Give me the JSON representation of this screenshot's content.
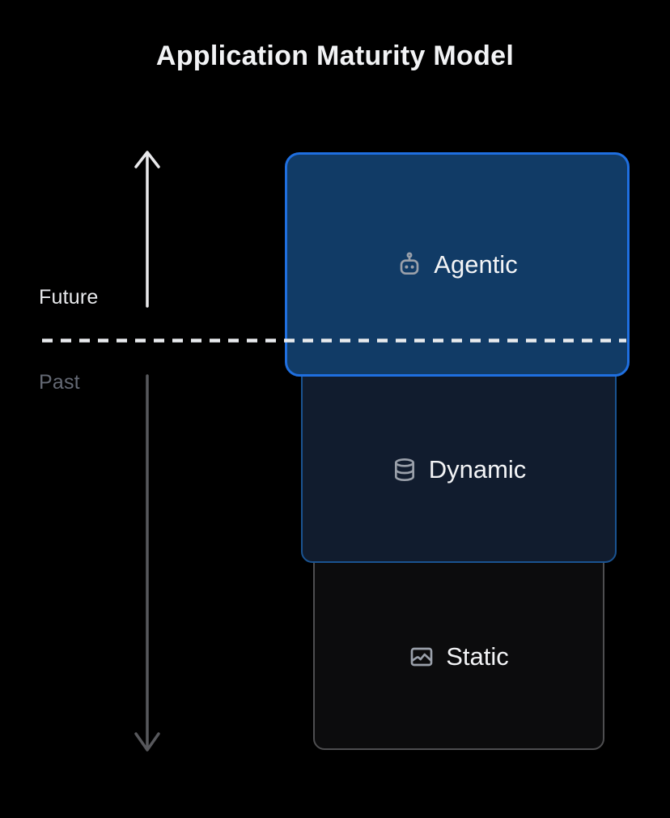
{
  "title": "Application Maturity Model",
  "axis": {
    "future_label": "Future",
    "past_label": "Past",
    "up_arrow_icon": "arrow-up-icon",
    "down_arrow_icon": "arrow-down-icon",
    "divider_style": "horizontal-dashed-line"
  },
  "stack": {
    "levels": [
      {
        "label": "Agentic",
        "icon": "bot-icon",
        "position": "top"
      },
      {
        "label": "Dynamic",
        "icon": "database-icon",
        "position": "middle"
      },
      {
        "label": "Static",
        "icon": "image-icon",
        "position": "bottom"
      }
    ]
  },
  "colors": {
    "background": "#000000",
    "title_text": "#f2f3f5",
    "box_label_text": "#f3f4f6",
    "icon_gray": "#9aa0aa",
    "agentic_fill": "#113b66",
    "agentic_border": "#1f6fe0",
    "dynamic_fill": "#111c2e",
    "dynamic_border": "#1a5391",
    "static_fill": "#0c0c0d",
    "static_border": "#4e4e50",
    "future_text": "#e8e9ec",
    "past_text": "#646974",
    "up_arrow": "#e9e9eb",
    "down_arrow": "#57585c",
    "dash_line": "#e9ebee"
  }
}
